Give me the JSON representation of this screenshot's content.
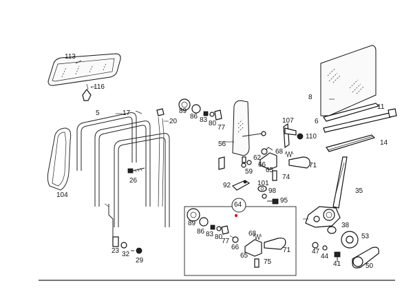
{
  "diagram": {
    "accent_color": "#e00000",
    "labels": {
      "l113": "113",
      "l116": "116",
      "l104": "104",
      "l5": "5",
      "l17": "17",
      "l20": "20",
      "l26": "26",
      "l23": "23",
      "l32": "32",
      "l29": "29",
      "l89a": "89",
      "l86a": "86",
      "l83a": "83",
      "l80a": "80",
      "l77a": "77",
      "l56": "56",
      "l62": "62",
      "l66a": "66",
      "l59": "59",
      "l68a": "68",
      "l65a": "65",
      "l71a": "71",
      "l74": "74",
      "l92": "92",
      "l101": "101",
      "l98": "98",
      "l95": "95",
      "l107": "107",
      "l110": "110",
      "l8": "8",
      "l6": "6",
      "l11": "11",
      "l14": "14",
      "l35": "35",
      "l64": "64",
      "l89b": "89",
      "l86b": "86",
      "l83b": "83",
      "l80b": "80",
      "l77b": "77",
      "l68b": "68",
      "l66b": "66",
      "l65b": "65",
      "l71b": "71",
      "l75": "75",
      "l38": "38",
      "l53": "53",
      "l47": "47",
      "l44": "44",
      "l41": "41",
      "l50": "50"
    }
  }
}
